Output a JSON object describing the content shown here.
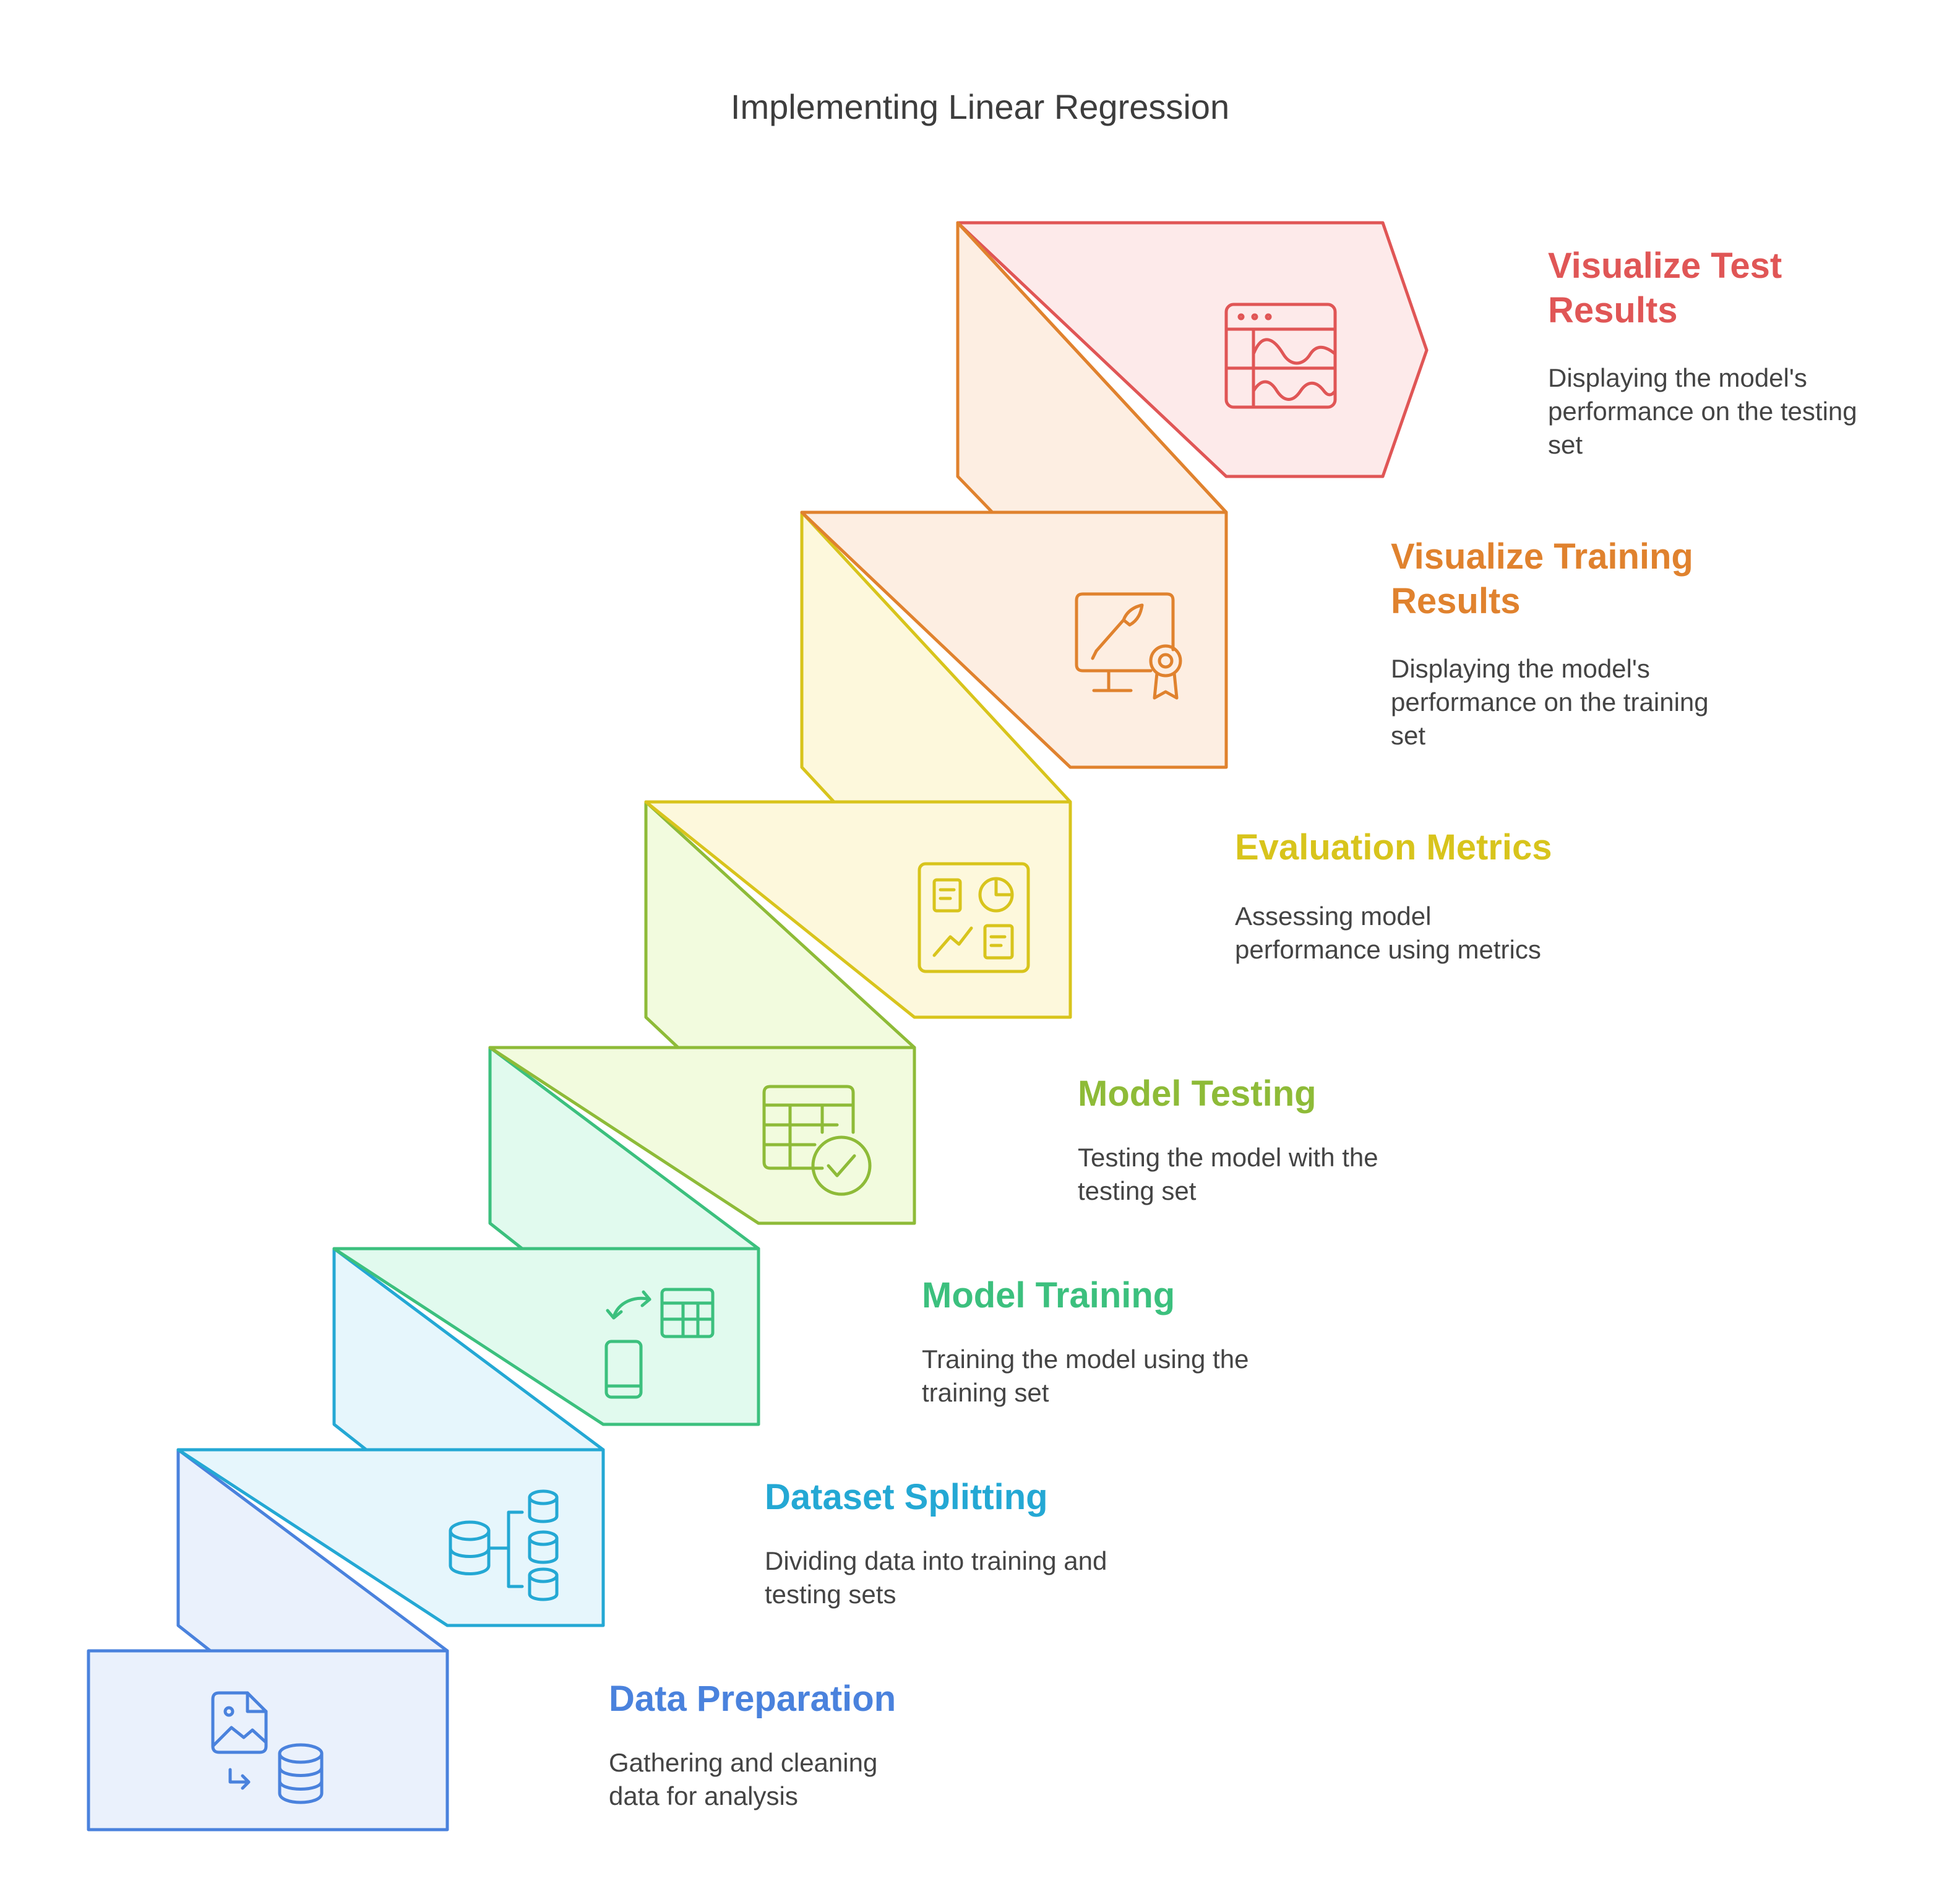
{
  "title": "Implementing Linear Regression",
  "steps": [
    {
      "title": "Visualize Test Results",
      "description": "Displaying the model's performance on the testing set",
      "color": "#e05656",
      "fill": "#fdeaea",
      "icon": "dashboard-waves-icon"
    },
    {
      "title": "Visualize Training Results",
      "description": "Displaying the model's performance on the training set",
      "color": "#e0822e",
      "fill": "#fdeee2",
      "icon": "presentation-award-icon"
    },
    {
      "title": "Evaluation Metrics",
      "description": "Assessing model performance using metrics",
      "color": "#d8c41c",
      "fill": "#fdf8dc",
      "icon": "metrics-board-icon"
    },
    {
      "title": "Model Testing",
      "description": "Testing the model with the testing set",
      "color": "#8ebb38",
      "fill": "#f2fbde",
      "icon": "table-check-icon"
    },
    {
      "title": "Model Training",
      "description": "Training the model using the training set",
      "color": "#3cc07e",
      "fill": "#e1faee",
      "icon": "device-table-sync-icon"
    },
    {
      "title": "Dataset Splitting",
      "description": "Dividing data into training and testing sets",
      "color": "#24a8d4",
      "fill": "#e6f6fc",
      "icon": "database-split-icon"
    },
    {
      "title": "Data Preparation",
      "description": "Gathering and cleaning data for analysis",
      "color": "#4a82dd",
      "fill": "#eaf1fc",
      "icon": "image-to-database-icon"
    }
  ]
}
